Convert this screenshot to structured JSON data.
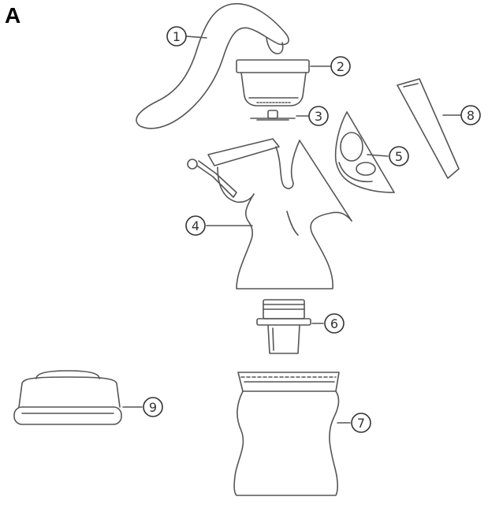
{
  "panel_label": "A",
  "line_color": "#555555",
  "callouts": [
    {
      "id": "part-1",
      "label": "1"
    },
    {
      "id": "part-2",
      "label": "2"
    },
    {
      "id": "part-3",
      "label": "3"
    },
    {
      "id": "part-4",
      "label": "4"
    },
    {
      "id": "part-5",
      "label": "5"
    },
    {
      "id": "part-6",
      "label": "6"
    },
    {
      "id": "part-7",
      "label": "7"
    },
    {
      "id": "part-8",
      "label": "8"
    },
    {
      "id": "part-9",
      "label": "9"
    }
  ]
}
